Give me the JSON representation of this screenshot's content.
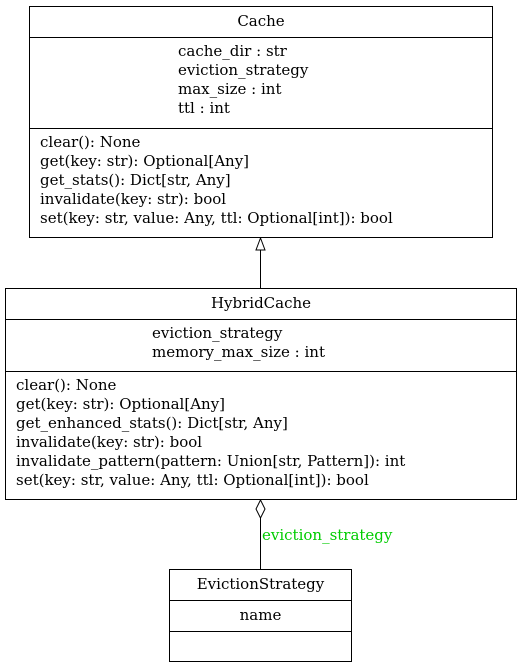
{
  "classes": {
    "cache": {
      "name": "Cache",
      "attributes": [
        "cache_dir : str",
        "eviction_strategy",
        "max_size : int",
        "ttl : int"
      ],
      "methods": [
        "clear(): None",
        "get(key: str): Optional[Any]",
        "get_stats(): Dict[str, Any]",
        "invalidate(key: str): bool",
        "set(key: str, value: Any, ttl: Optional[int]): bool"
      ]
    },
    "hybrid_cache": {
      "name": "HybridCache",
      "attributes": [
        "eviction_strategy",
        "memory_max_size : int"
      ],
      "methods": [
        "clear(): None",
        "get(key: str): Optional[Any]",
        "get_enhanced_stats(): Dict[str, Any]",
        "invalidate(key: str): bool",
        "invalidate_pattern(pattern: Union[str, Pattern]): int",
        "set(key: str, value: Any, ttl: Optional[int]): bool"
      ]
    },
    "eviction_strategy": {
      "name": "EvictionStrategy",
      "attributes": [
        "name"
      ],
      "methods": []
    }
  },
  "relations": {
    "inheritance": {
      "from": "HybridCache",
      "to": "Cache"
    },
    "aggregation": {
      "from": "HybridCache",
      "to": "EvictionStrategy",
      "label": "eviction_strategy",
      "label_color": "#00cc00"
    }
  }
}
